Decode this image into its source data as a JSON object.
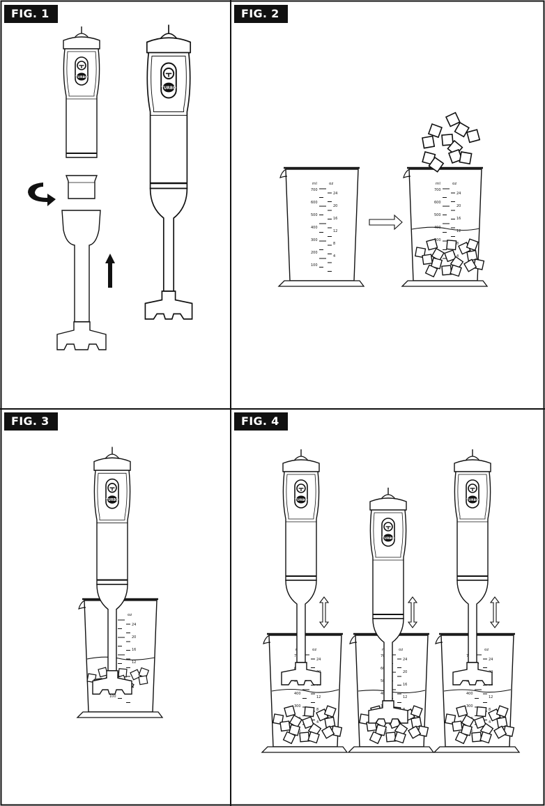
{
  "figures": [
    {
      "id": "fig1",
      "label": "FIG. 1",
      "step": "attach-shaft"
    },
    {
      "id": "fig2",
      "label": "FIG. 2",
      "step": "fill-beaker"
    },
    {
      "id": "fig3",
      "label": "FIG. 3",
      "step": "immerse-blender"
    },
    {
      "id": "fig4",
      "label": "FIG. 4",
      "step": "move-up-and-down"
    }
  ],
  "button_text": "TURBO",
  "beaker_scale": {
    "left_header": "ml",
    "right_header": "oz",
    "ml_ticks": [
      "700",
      "600",
      "500",
      "400",
      "300",
      "200",
      "100"
    ],
    "oz_ticks": [
      "24",
      "20",
      "16",
      "12",
      "8",
      "4"
    ]
  },
  "colors": {
    "ink": "#111111",
    "paper": "#ffffff",
    "label_bg": "#111111",
    "label_text": "#ffffff"
  }
}
